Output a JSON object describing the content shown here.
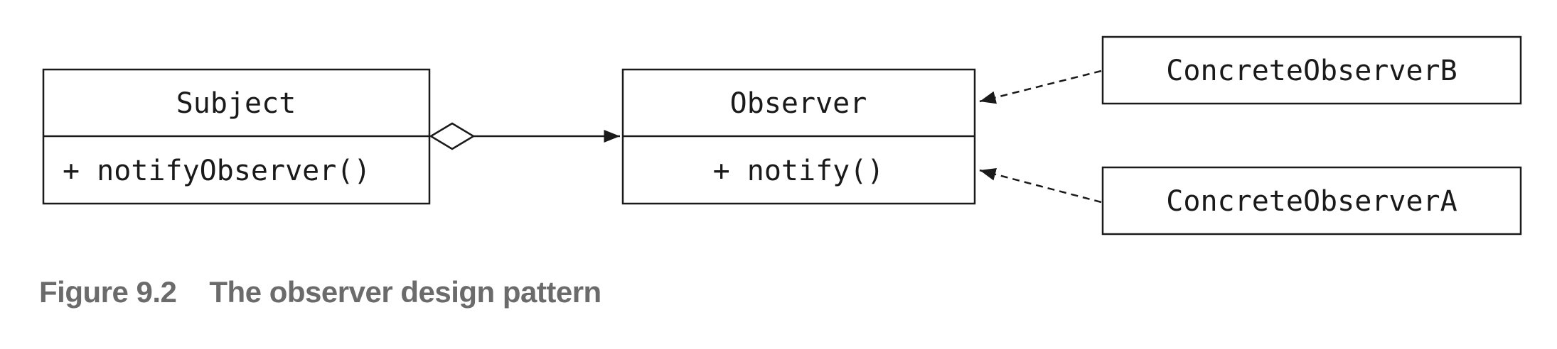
{
  "classes": {
    "subject": {
      "name": "Subject",
      "method": "+ notifyObserver()"
    },
    "observer": {
      "name": "Observer",
      "method": "+ notify()"
    },
    "concrete_b": {
      "name": "ConcreteObserverB"
    },
    "concrete_a": {
      "name": "ConcreteObserverA"
    }
  },
  "relationships": [
    {
      "from": "Subject",
      "to": "Observer",
      "type": "aggregation"
    },
    {
      "from": "ConcreteObserverB",
      "to": "Observer",
      "type": "realization"
    },
    {
      "from": "ConcreteObserverA",
      "to": "Observer",
      "type": "realization"
    }
  ],
  "caption": {
    "number": "Figure 9.2",
    "title": "The observer design pattern"
  }
}
